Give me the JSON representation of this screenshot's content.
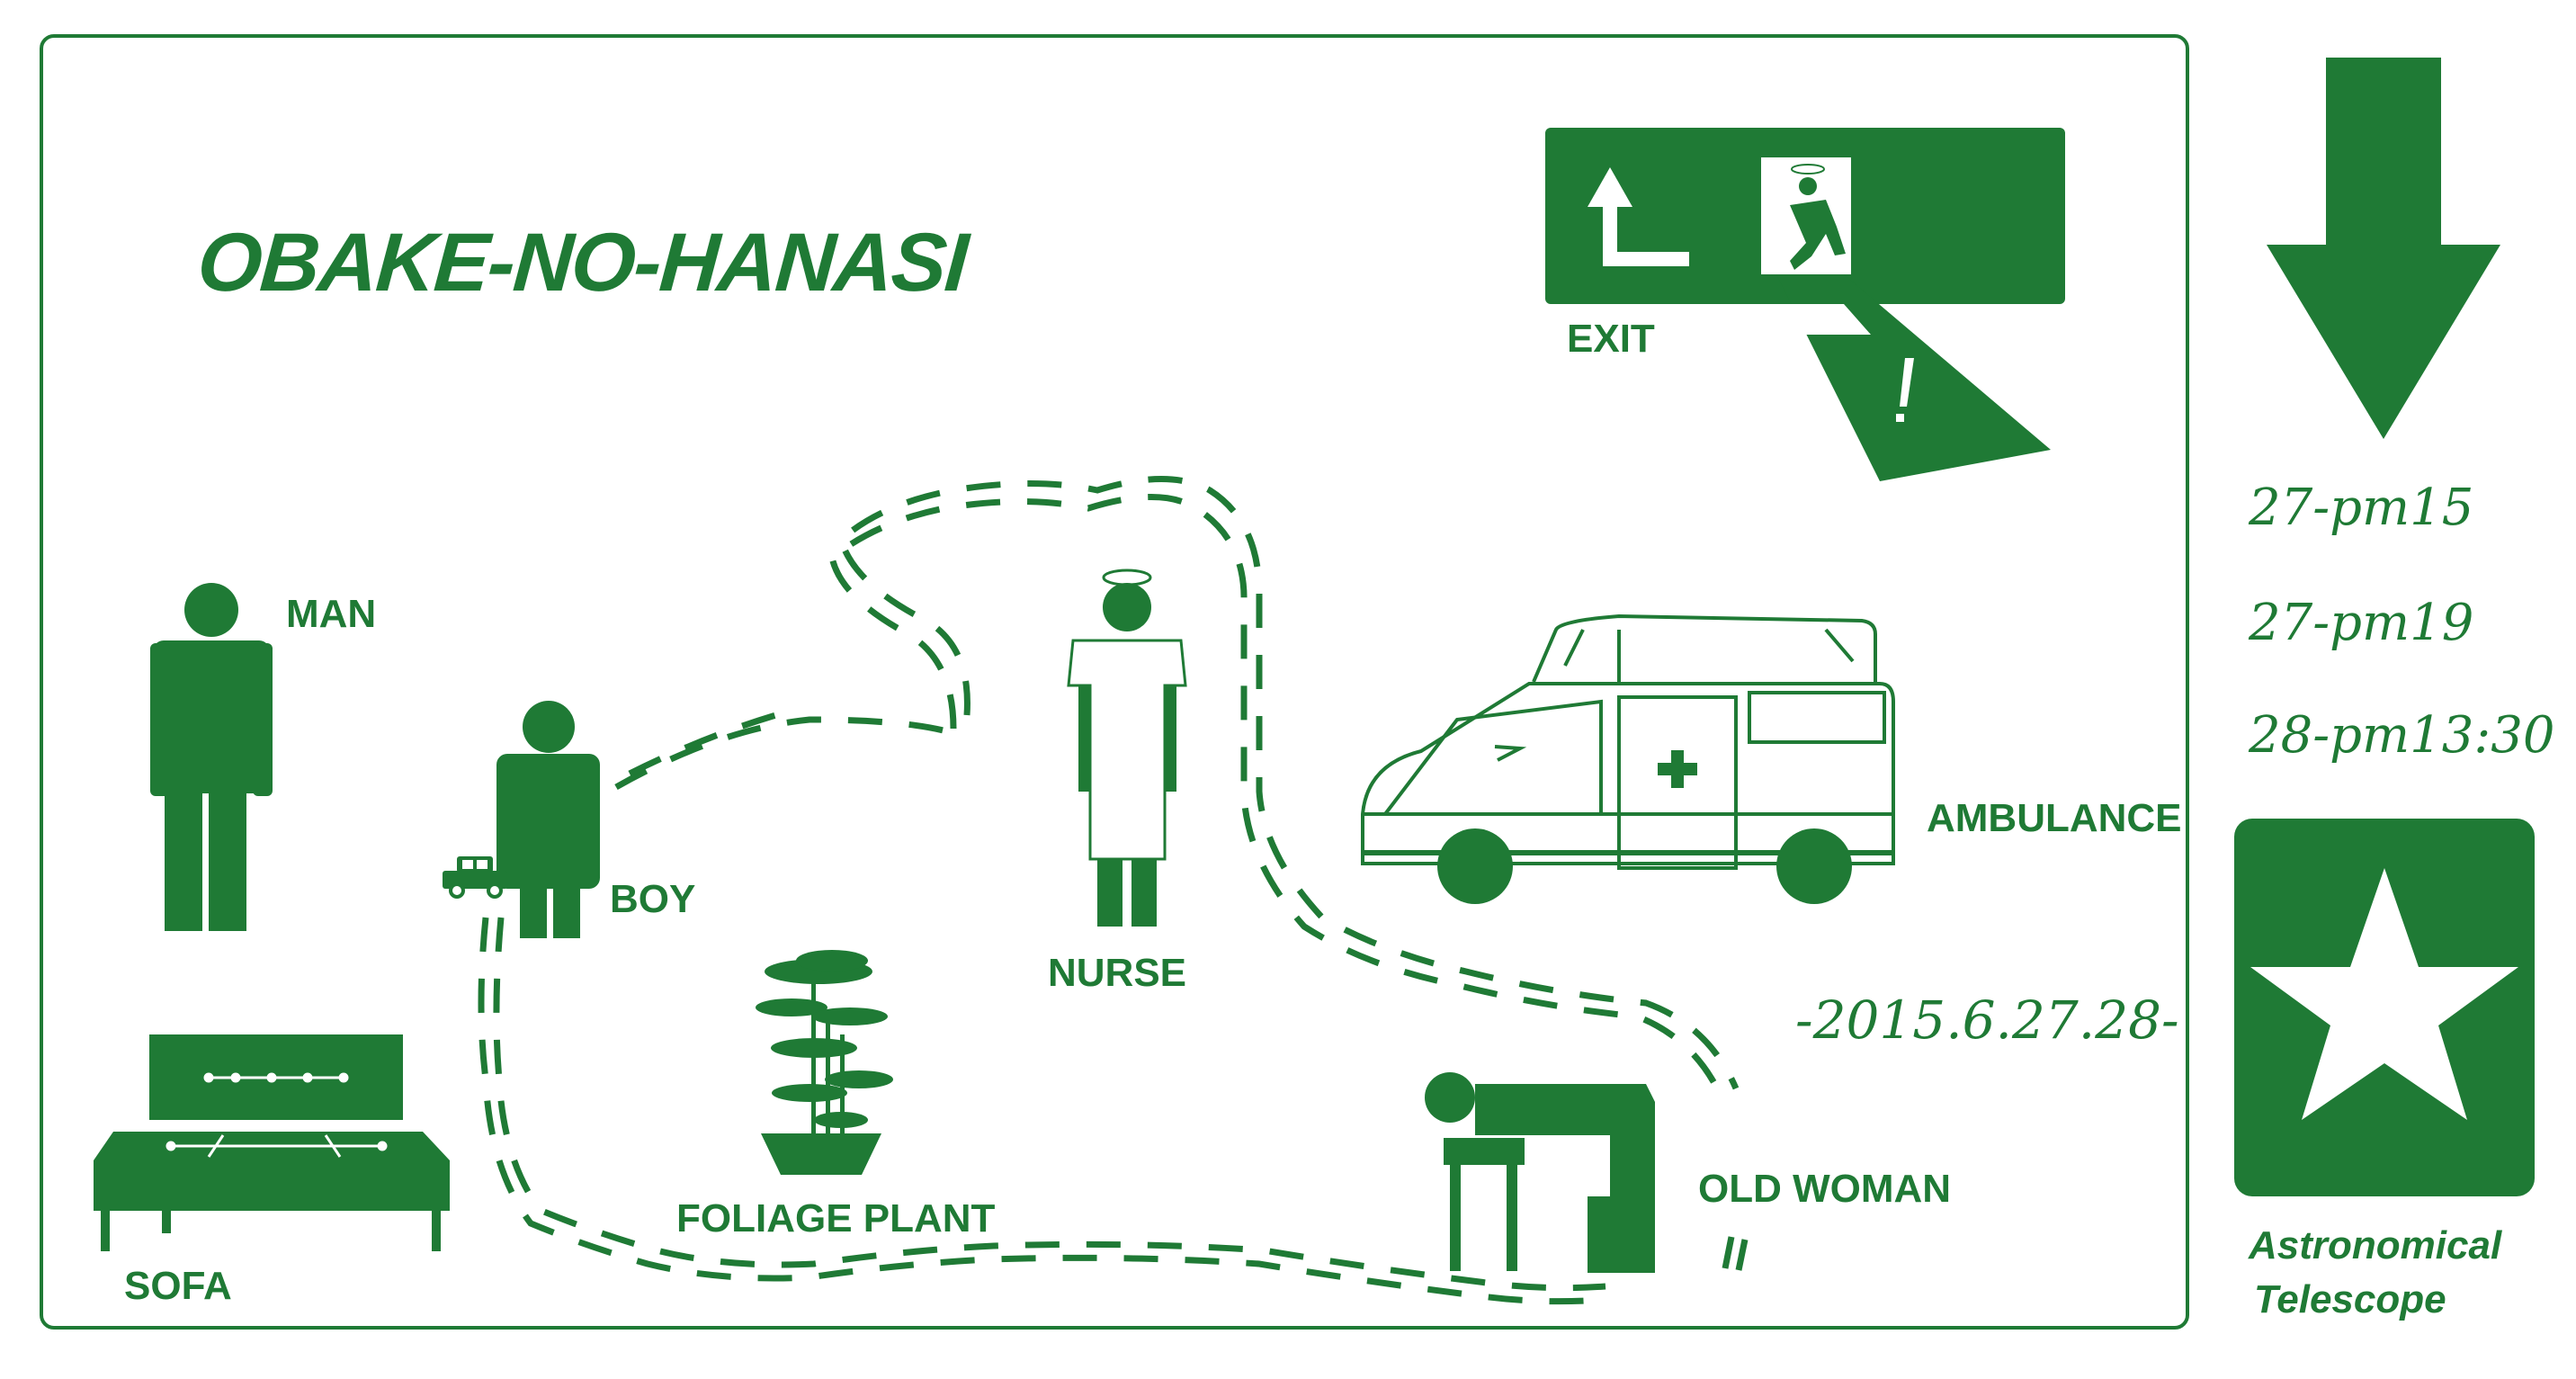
{
  "title": "OBAKE-NO-HANASI",
  "labels": {
    "man": "MAN",
    "boy": "BOY",
    "nurse": "NURSE",
    "ambulance": "AMBULANCE",
    "sofa": "SOFA",
    "foliage_plant": "FOLIAGE PLANT",
    "old_woman": "OLD WOMAN",
    "exit": "EXIT",
    "exit_warning": "!"
  },
  "date_range": "-2015.6.27.28-",
  "timeline": [
    "27-pm15",
    "27-pm19",
    "28-pm13:30"
  ],
  "telescope_label": [
    "Astronomical",
    "Telescope"
  ],
  "colors": {
    "accent": "#1f7a35",
    "background": "#ffffff"
  },
  "icons": [
    "man-icon",
    "boy-icon",
    "toy-car-icon",
    "nurse-icon",
    "ambulance-icon",
    "sofa-icon",
    "foliage-plant-icon",
    "old-woman-icon",
    "exit-sign-icon",
    "down-arrow-icon",
    "star-icon",
    "footprint-trail"
  ]
}
